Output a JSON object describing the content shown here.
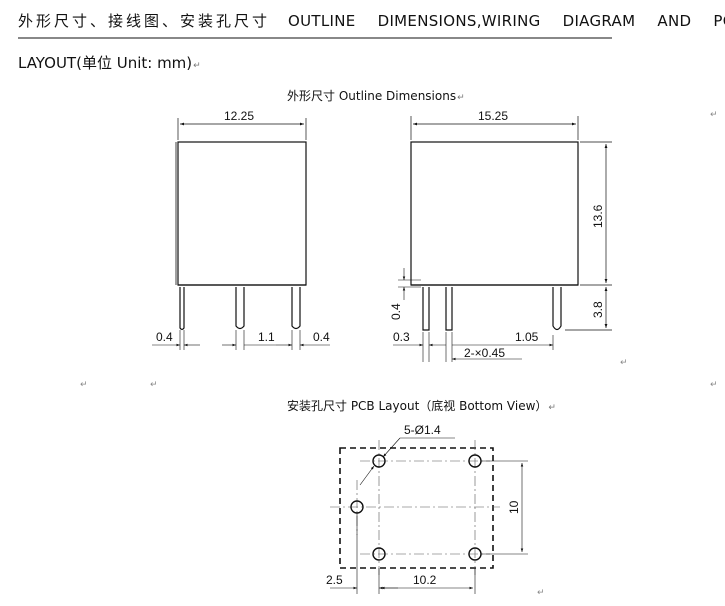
{
  "header": {
    "title_zh": "外形尺寸、接线图、安装孔尺寸",
    "title_en": "OUTLINE DIMENSIONS,WIRING DIAGRAM AND PCB",
    "title_line2": "LAYOUT(单位 Unit: mm)",
    "return_mark": "↵"
  },
  "outline": {
    "caption": "外形尺寸 Outline Dimensions",
    "front": {
      "width": "12.25",
      "pin_width_left": "0.4",
      "pin_pitch": "1.1",
      "pin_width_right": "0.4"
    },
    "side": {
      "width": "15.25",
      "height": "13.6",
      "pin_length": "3.8",
      "standoff": "0.4",
      "pin_thickness": "0.3",
      "pin_spacing": "1.05",
      "pin_pair": "2-×0.45"
    }
  },
  "pcb": {
    "caption": "安装孔尺寸 PCB Layout（底视 Bottom View）",
    "holes": "5-Ø1.4",
    "height": "10",
    "offset": "2.5",
    "spacing": "10.2"
  }
}
